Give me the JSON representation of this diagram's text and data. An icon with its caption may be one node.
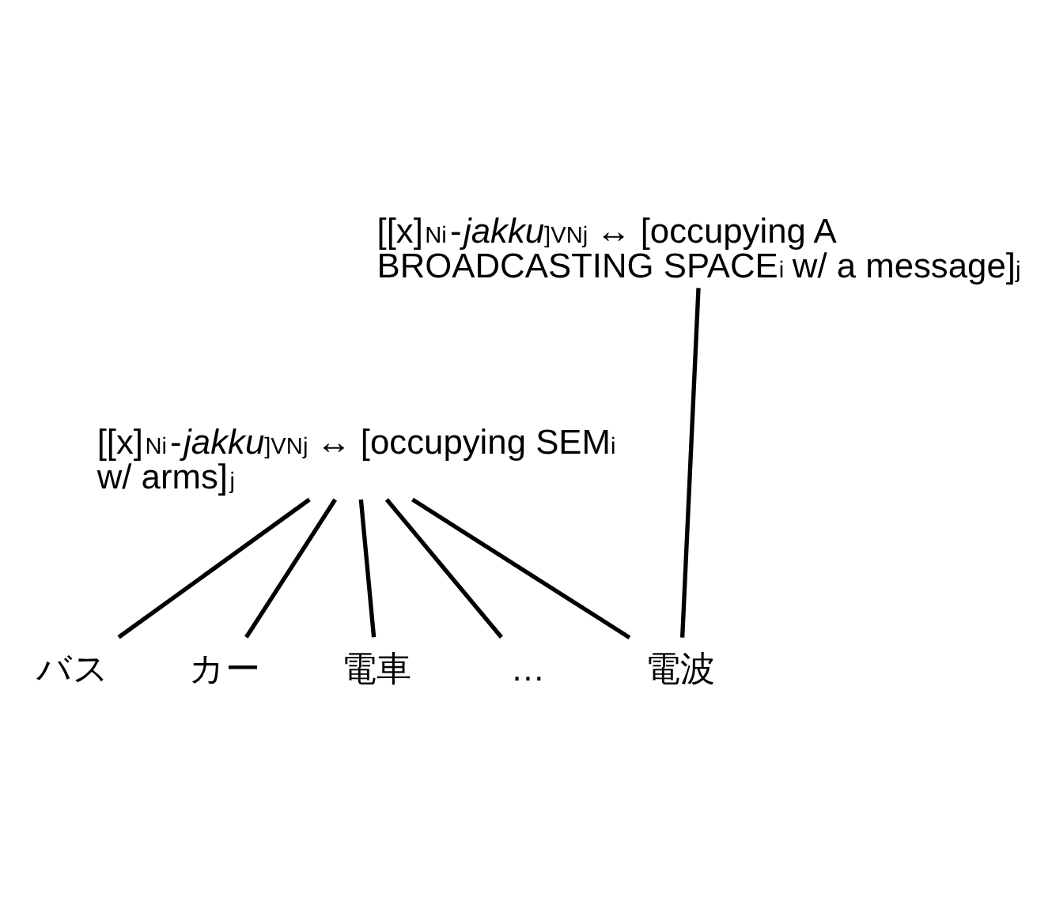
{
  "diagram": {
    "nodes": [
      {
        "text": [
          "[[x]$_{Ni}$-*jakku*]$_{VNj}$ ↔ [occupying A BROADCASTING SPACE$_{i}$ w/ a message]$_{j}$"
        ]
      },
      {
        "text": [
          "[[x]$_{Ni}$-*jakku*]$_{VNj}$ ↔ [occupying SEM$_{i}$ w/ arms]$_{j}$"
        ]
      },
      {
        "text": [
          "バス"
        ]
      },
      {
        "text": [
          "カー"
        ]
      },
      {
        "text": [
          "電車"
        ]
      },
      {
        "text": [
          "…"
        ]
      },
      {
        "text": [
          "電波"
        ]
      }
    ],
    "edges": [
      {
        "from": 1,
        "to": 2,
        "arrow": "none"
      },
      {
        "from": 1,
        "to": 3,
        "arrow": "none"
      },
      {
        "from": 1,
        "to": 4,
        "arrow": "none"
      },
      {
        "from": 1,
        "to": 5,
        "arrow": "none"
      },
      {
        "from": 1,
        "to": 6,
        "arrow": "none"
      },
      {
        "from": 0,
        "to": 6,
        "arrow": "none"
      }
    ]
  }
}
